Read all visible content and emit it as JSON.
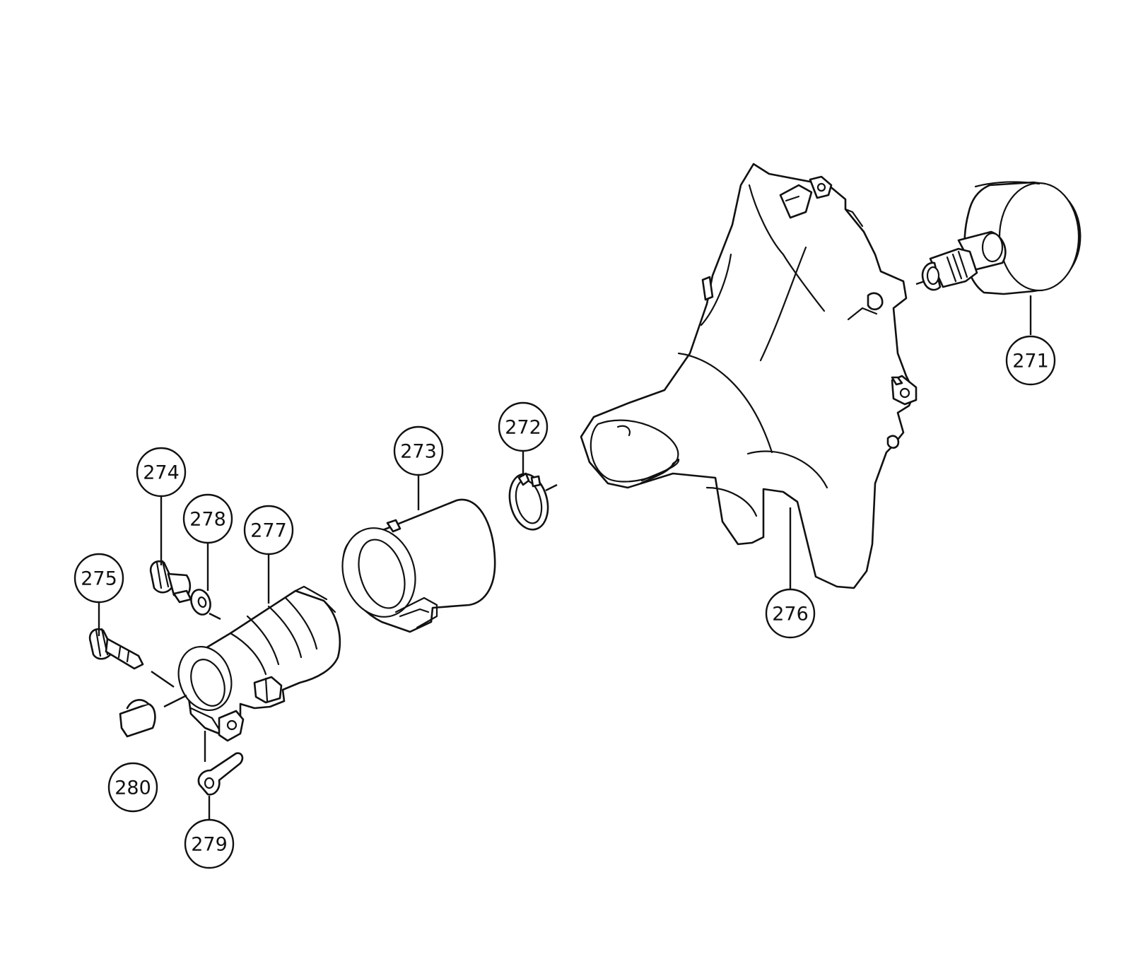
{
  "callouts": [
    {
      "id": "271",
      "label": "271"
    },
    {
      "id": "272",
      "label": "272"
    },
    {
      "id": "273",
      "label": "273"
    },
    {
      "id": "274",
      "label": "274"
    },
    {
      "id": "275",
      "label": "275"
    },
    {
      "id": "276",
      "label": "276"
    },
    {
      "id": "277",
      "label": "277"
    },
    {
      "id": "278",
      "label": "278"
    },
    {
      "id": "279",
      "label": "279"
    },
    {
      "id": "280",
      "label": "280"
    }
  ],
  "colors": {
    "line": "#111111",
    "background": "#ffffff"
  }
}
